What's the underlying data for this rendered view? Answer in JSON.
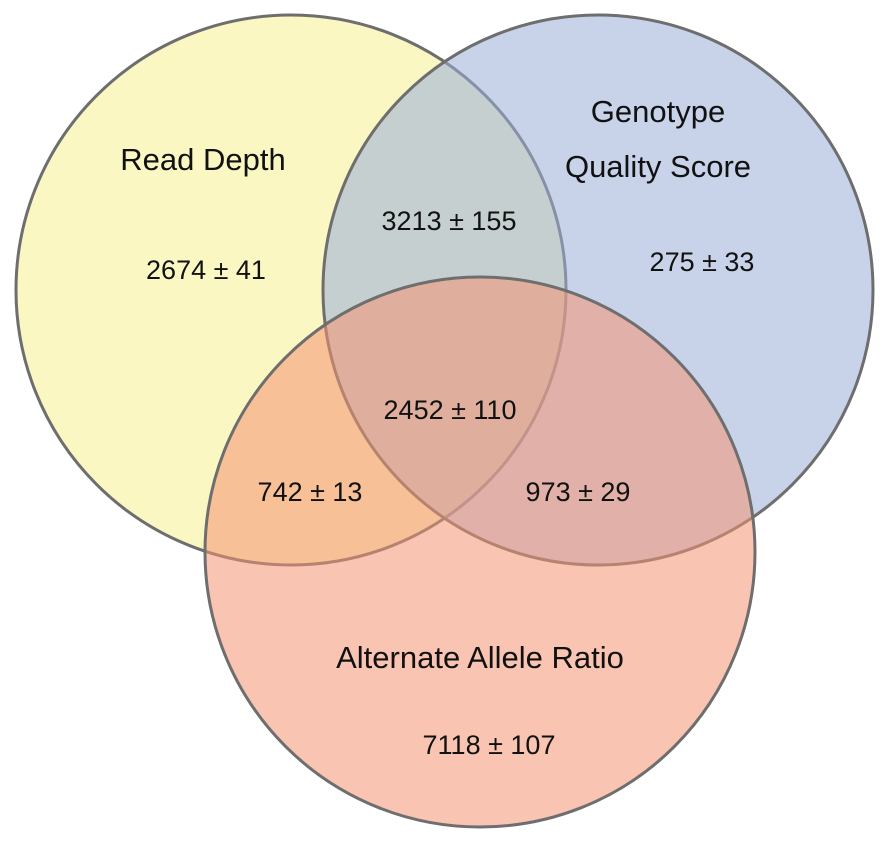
{
  "sets": [
    {
      "id": "read_depth",
      "label_lines": [
        "Read Depth"
      ],
      "color": "#f6f092"
    },
    {
      "id": "genotype_quality",
      "label_lines": [
        "Genotype",
        "Quality Score"
      ],
      "color": "#9aaed9"
    },
    {
      "id": "alt_allele_ratio",
      "label_lines": [
        "Alternate Allele Ratio"
      ],
      "color": "#f49473"
    }
  ],
  "regions": {
    "read_depth_only": "2674 ± 41",
    "read_depth_and_genotype": "3213 ± 155",
    "genotype_only": "275 ± 33",
    "all_three": "2452 ± 110",
    "read_depth_and_alt": "742 ± 13",
    "genotype_and_alt": "973 ± 29",
    "alt_only": "7118 ± 107"
  }
}
